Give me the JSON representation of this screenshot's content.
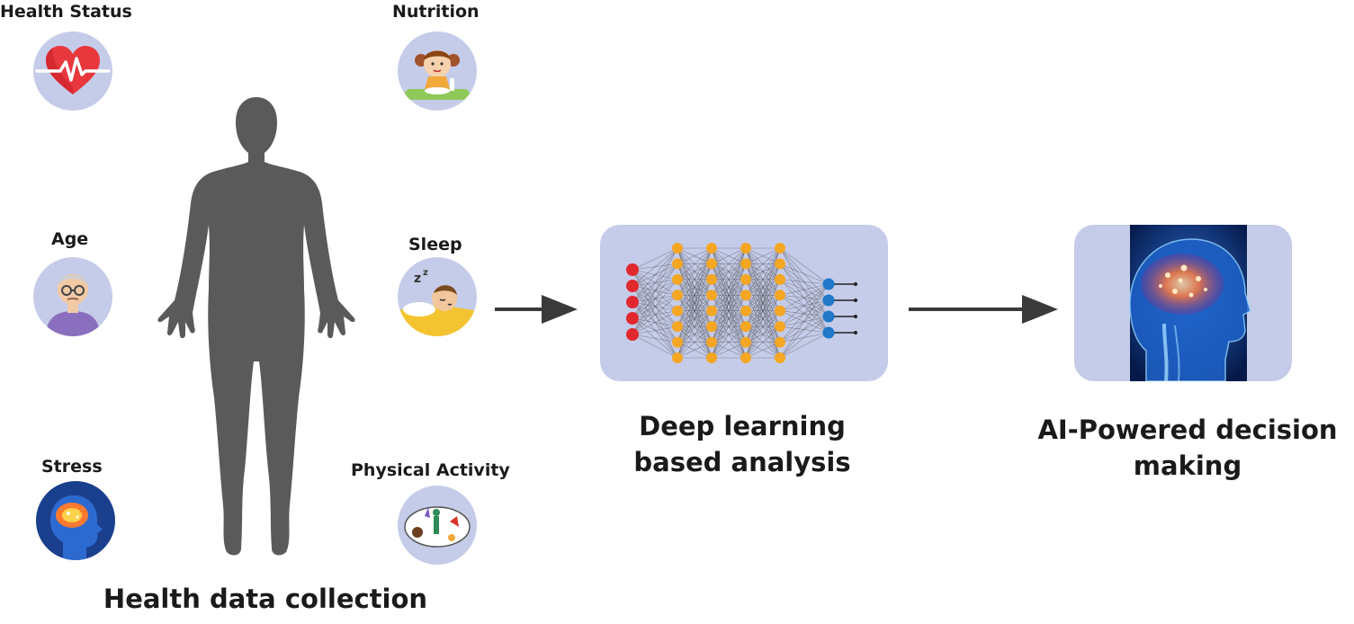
{
  "factors": {
    "health_status": {
      "label": "Health Status",
      "icon": "heart-pulse-icon"
    },
    "nutrition": {
      "label": "Nutrition",
      "icon": "girl-eating-icon"
    },
    "age": {
      "label": "Age",
      "icon": "elderly-person-icon"
    },
    "sleep": {
      "label": "Sleep",
      "icon": "sleeping-person-icon"
    },
    "stress": {
      "label": "Stress",
      "icon": "glowing-brain-head-icon"
    },
    "physical_activity": {
      "label": "Physical Activity",
      "icon": "sports-activity-icon"
    }
  },
  "stages": {
    "collection": {
      "line1": "Health data collection",
      "icon": "human-silhouette-icon"
    },
    "analysis": {
      "line1": "Deep learning",
      "line2": "based analysis",
      "icon": "neural-network-icon"
    },
    "decision": {
      "line1": "AI-Powered decision",
      "line2": "making",
      "icon": "ai-brain-head-icon"
    }
  },
  "colors": {
    "circle_bg": "#c5cce9",
    "silhouette": "#5a5a5a",
    "arrow": "#3a3a3a",
    "input_nodes": "#e0282e",
    "hidden_nodes": "#f5a623",
    "output_nodes": "#1f78c8"
  }
}
